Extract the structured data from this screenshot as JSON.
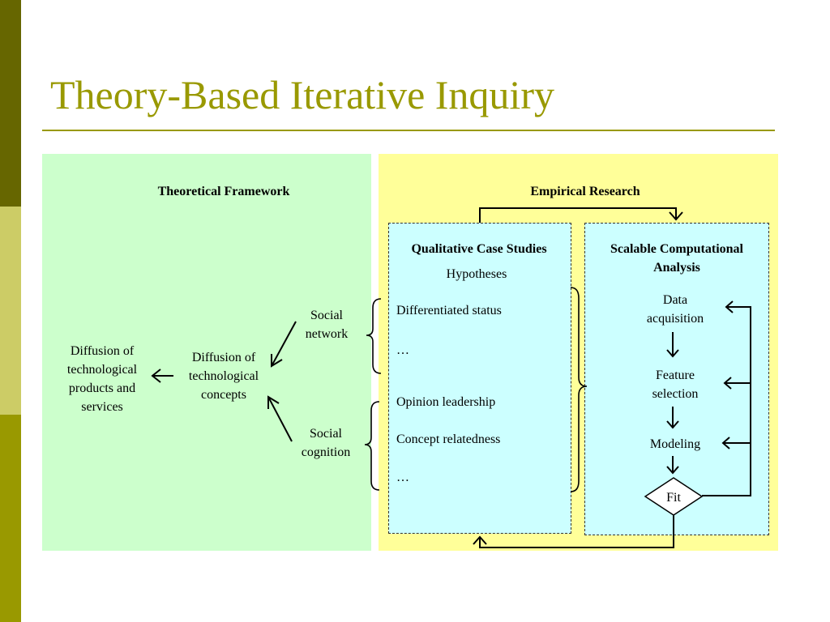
{
  "slide": {
    "title": "Theory-Based Iterative Inquiry",
    "colors": {
      "accent": "#999900",
      "bar_dark": "#666600",
      "bar_light": "#cccc66",
      "green_panel": "#ccffcc",
      "yellow_panel": "#ffff99",
      "cyan_box": "#ccffff"
    }
  },
  "theory": {
    "heading": "Theoretical Framework",
    "diffusion_products": [
      "Diffusion of",
      "technological",
      "products and",
      "services"
    ],
    "diffusion_concepts": [
      "Diffusion of",
      "technological",
      "concepts"
    ],
    "social_network": [
      "Social",
      "network"
    ],
    "social_cognition": [
      "Social",
      "cognition"
    ]
  },
  "empirical": {
    "heading": "Empirical Research",
    "qualitative": {
      "title": "Qualitative Case Studies",
      "hypotheses": "Hypotheses",
      "items": [
        "Differentiated status",
        "…",
        "Opinion leadership",
        "Concept relatedness",
        "…"
      ]
    },
    "computational": {
      "title": [
        "Scalable Computational",
        "Analysis"
      ],
      "data_acquisition": [
        "Data",
        "acquisition"
      ],
      "feature_selection": [
        "Feature",
        "selection"
      ],
      "modeling": "Modeling",
      "fit": "Fit"
    }
  }
}
